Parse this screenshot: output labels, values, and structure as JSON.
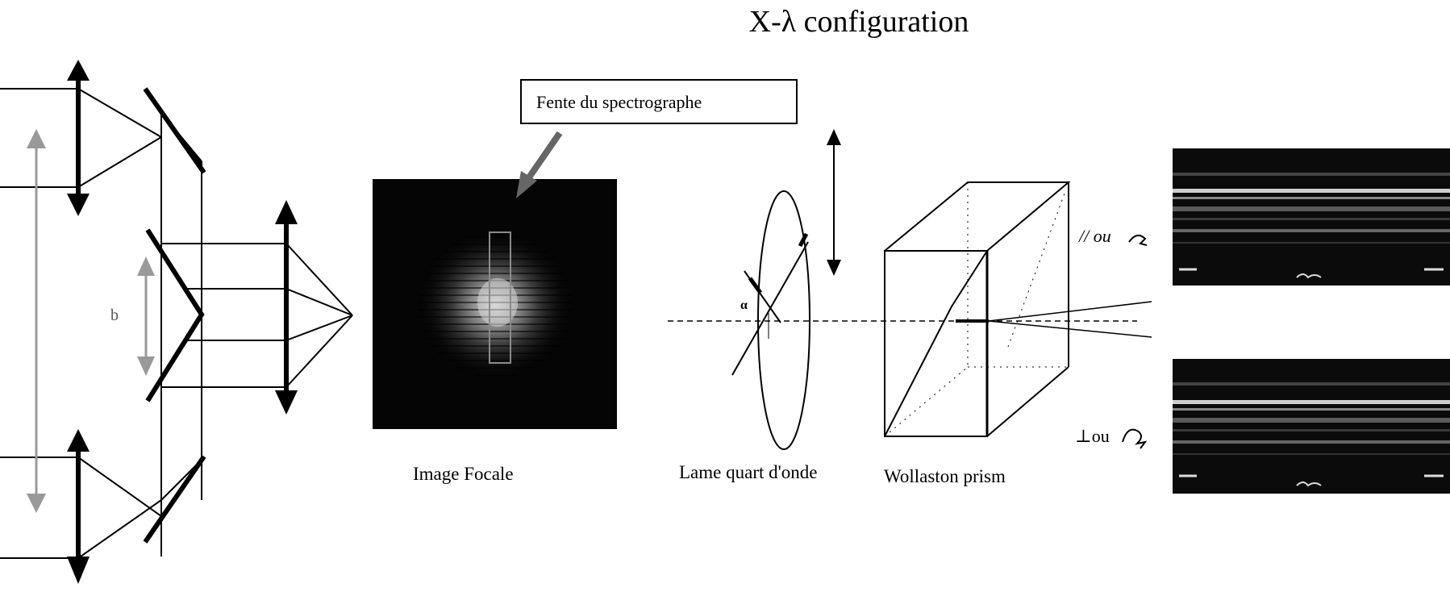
{
  "diagram": {
    "title": "X-λ configuration",
    "labels": {
      "slit": "Fente du spectrographe",
      "focal_image": "Image Focale",
      "quarter_wave_plate": "Lame quart d'onde",
      "wollaston": "Wollaston prism",
      "parallel_output": "// ou",
      "perpendicular_output": "⊥ou",
      "baseline": "b",
      "angle": "α"
    },
    "colors": {
      "line": "#000000",
      "grey_arrow": "#999999",
      "image_bg": "#050505"
    }
  }
}
